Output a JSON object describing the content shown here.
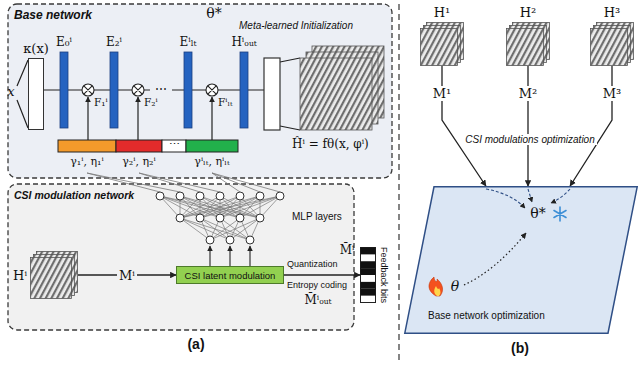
{
  "diagram": {
    "nodes": [
      {
        "text": [
          "Base network"
        ]
      },
      {
        "text": [
          "κ(x)"
        ],
        "in": 0
      },
      {
        "text": [
          "CSI modulation network"
        ]
      },
      {
        "text": [
          "Hⁱ"
        ],
        "in": 2
      },
      {
        "text": [
          "CSI latent modulation"
        ],
        "in": 2
      },
      {
        "text": [
          "Feedback bits"
        ]
      },
      {
        "text": [
          "H¹"
        ]
      },
      {
        "text": [
          "H²"
        ]
      },
      {
        "text": [
          "H³"
        ]
      },
      {
        "text": [
          "Base network optimization"
        ]
      }
    ],
    "edges": [
      {
        "from": 3,
        "to": 4,
        "arrow": "to",
        "label": "Mⁱ"
      },
      {
        "from": 4,
        "to": 5,
        "arrow": "to"
      },
      {
        "from": 6,
        "to": 9,
        "arrow": "to",
        "label": "M¹"
      },
      {
        "from": 7,
        "to": 9,
        "arrow": "to",
        "label": "M²"
      },
      {
        "from": 8,
        "to": 9,
        "arrow": "to",
        "label": "M³"
      }
    ],
    "labels": [
      "θ*",
      "Meta-learned Initialization",
      "x",
      "E₀ⁱ",
      "E₂ⁱ",
      "Eⁱₗₜ",
      "Hⁱₒᵤₜ",
      "F₁ⁱ",
      "F₂ⁱ",
      "⋯",
      "Fⁱₗₜ",
      "γ₁ⁱ, η₁ⁱ",
      "γ₂ⁱ, η₂ⁱ",
      "⋯",
      "γⁱₗₜ, ηⁱₗₜ",
      "Ĥⁱ = fθ(x, φⁱ)",
      "MLP layers",
      "Quantization",
      "M̄ⁱ",
      "Entropy coding",
      "M̄ⁱₒᵤₜ",
      "(a)",
      "CSI modulations optimization",
      "θ*",
      "θ",
      "(b)"
    ]
  }
}
